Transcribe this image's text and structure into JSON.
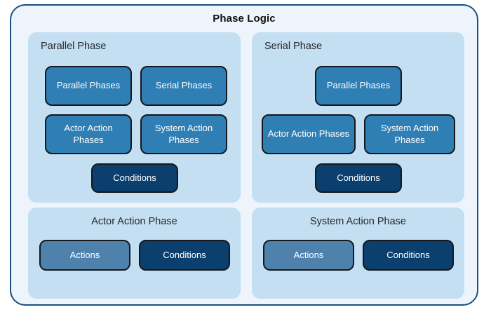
{
  "diagram": {
    "title": "Phase Logic",
    "colors": {
      "outer_background": "#edf4fc",
      "outer_border": "#1b4f82",
      "panel_background": "#c4dff1",
      "node_blue": "#2f7fb5",
      "node_navy": "#0b3f6d",
      "node_steel": "#4e82ac",
      "node_border": "#16181c",
      "node_text": "#ffffff",
      "title_text": "#111111",
      "panel_title_text": "#26282b"
    }
  },
  "panels": [
    {
      "id": "parallel-phase",
      "title": "Parallel Phase",
      "title_align": "left",
      "nodes": [
        {
          "label": "Parallel Phases",
          "style": "blue"
        },
        {
          "label": "Serial Phases",
          "style": "blue"
        },
        {
          "label": "Actor Action Phases",
          "style": "blue"
        },
        {
          "label": "System Action Phases",
          "style": "blue"
        },
        {
          "label": "Conditions",
          "style": "navy"
        }
      ]
    },
    {
      "id": "serial-phase",
      "title": "Serial Phase",
      "title_align": "left",
      "nodes": [
        {
          "label": "Parallel Phases",
          "style": "blue"
        },
        {
          "label": "Actor Action Phases",
          "style": "blue"
        },
        {
          "label": "System Action Phases",
          "style": "blue"
        },
        {
          "label": "Conditions",
          "style": "navy"
        }
      ]
    },
    {
      "id": "actor-action-phase",
      "title": "Actor Action Phase",
      "title_align": "center",
      "nodes": [
        {
          "label": "Actions",
          "style": "steel"
        },
        {
          "label": "Conditions",
          "style": "navy"
        }
      ]
    },
    {
      "id": "system-action-phase",
      "title": "System Action Phase",
      "title_align": "center",
      "nodes": [
        {
          "label": "Actions",
          "style": "steel"
        },
        {
          "label": "Conditions",
          "style": "navy"
        }
      ]
    }
  ]
}
